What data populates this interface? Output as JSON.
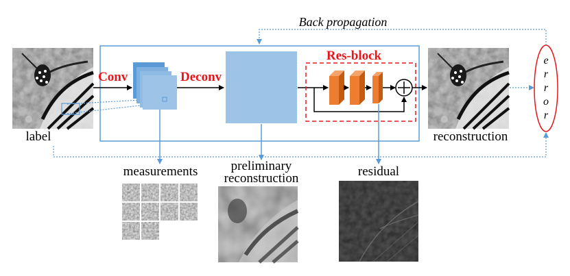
{
  "labels": {
    "back_propagation": "Back propagation",
    "conv": "Conv",
    "deconv": "Deconv",
    "res_block": "Res-block",
    "label": "label",
    "reconstruction": "reconstruction",
    "measurements": "measurements",
    "preliminary_line1": "preliminary",
    "preliminary_line2": "reconstruction",
    "residual": "residual",
    "error_letters": [
      "e",
      "r",
      "r",
      "o",
      "r"
    ]
  },
  "colors": {
    "frame_blue": "#5b9bd5",
    "block_blue": "#9dc3e6",
    "red": "#e8161b",
    "orange": "#ed7d31",
    "orange_dark": "#c55a11"
  },
  "icons": {
    "sum_node": "circled-plus-icon"
  }
}
